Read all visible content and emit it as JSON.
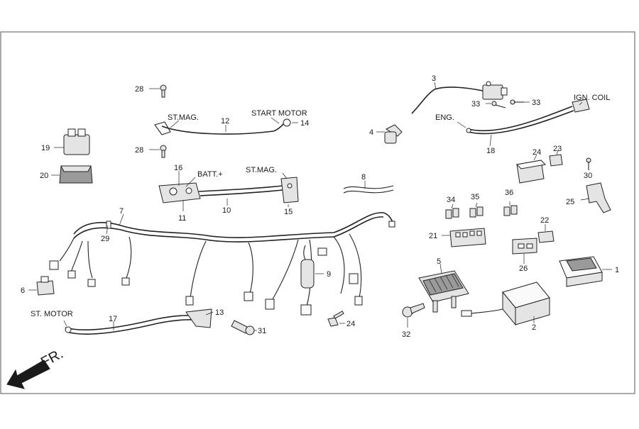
{
  "callouts": [
    {
      "id": "c1",
      "text": "1"
    },
    {
      "id": "c2",
      "text": "2"
    },
    {
      "id": "c3",
      "text": "3"
    },
    {
      "id": "c4",
      "text": "4"
    },
    {
      "id": "c5",
      "text": "5"
    },
    {
      "id": "c6",
      "text": "6"
    },
    {
      "id": "c7",
      "text": "7"
    },
    {
      "id": "c8",
      "text": "8"
    },
    {
      "id": "c9",
      "text": "9"
    },
    {
      "id": "c10",
      "text": "10"
    },
    {
      "id": "c11",
      "text": "11"
    },
    {
      "id": "c12",
      "text": "12"
    },
    {
      "id": "c13",
      "text": "13"
    },
    {
      "id": "c14",
      "text": "14"
    },
    {
      "id": "c15",
      "text": "15"
    },
    {
      "id": "c16",
      "text": "16"
    },
    {
      "id": "c17",
      "text": "17"
    },
    {
      "id": "c18",
      "text": "18"
    },
    {
      "id": "c19",
      "text": "19"
    },
    {
      "id": "c20",
      "text": "20"
    },
    {
      "id": "c21",
      "text": "21"
    },
    {
      "id": "c22",
      "text": "22"
    },
    {
      "id": "c23",
      "text": "23"
    },
    {
      "id": "c24a",
      "text": "24"
    },
    {
      "id": "c24b",
      "text": "24"
    },
    {
      "id": "c25",
      "text": "25"
    },
    {
      "id": "c26",
      "text": "26"
    },
    {
      "id": "c28a",
      "text": "28"
    },
    {
      "id": "c28b",
      "text": "28"
    },
    {
      "id": "c29",
      "text": "29"
    },
    {
      "id": "c30",
      "text": "30"
    },
    {
      "id": "c31",
      "text": "31"
    },
    {
      "id": "c32",
      "text": "32"
    },
    {
      "id": "c33a",
      "text": "33"
    },
    {
      "id": "c33b",
      "text": "33"
    },
    {
      "id": "c34",
      "text": "34"
    },
    {
      "id": "c35",
      "text": "35"
    },
    {
      "id": "c36",
      "text": "36"
    }
  ],
  "labels": {
    "st_mag_a": "ST.MAG.",
    "start_motor": "START MOTOR",
    "batt_plus": "BATT.+",
    "st_mag_b": "ST.MAG.",
    "eng": "ENG.",
    "ign_coil": "IGN. COIL",
    "st_motor": "ST. MOTOR",
    "front": "FR."
  }
}
